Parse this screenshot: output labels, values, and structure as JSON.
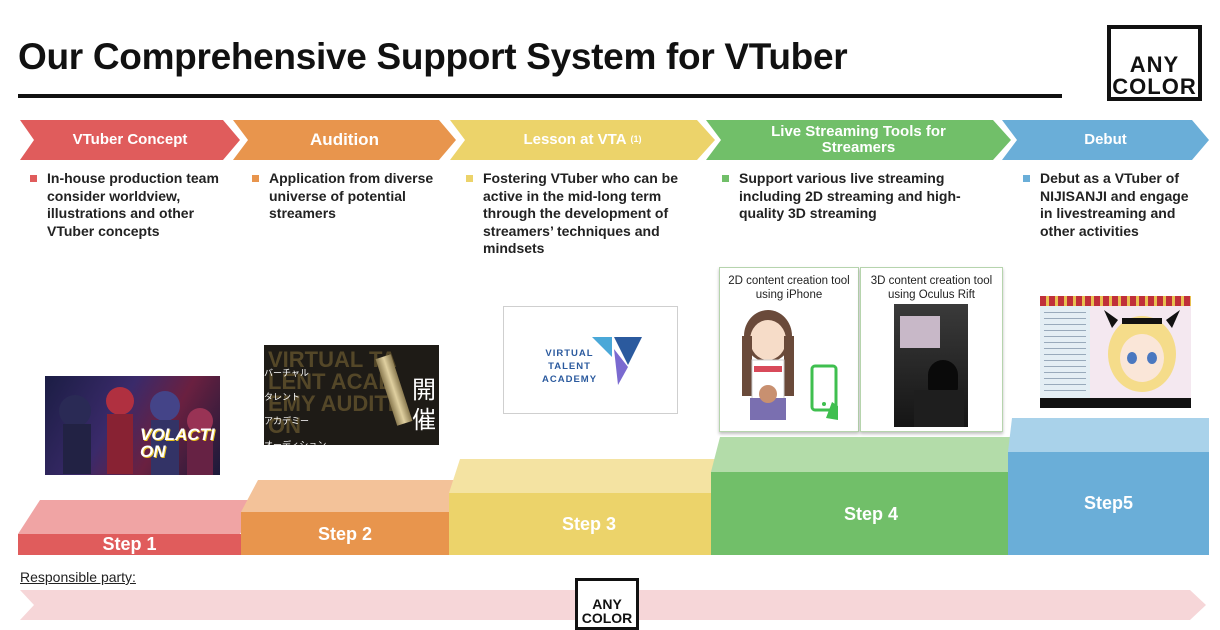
{
  "title": "Our Comprehensive Support System for VTuber",
  "logo": {
    "line1": "ANY",
    "line2": "COLOR"
  },
  "colors": {
    "red": "#e05c5c",
    "orange": "#e8954d",
    "yellow": "#ecd36a",
    "green": "#71bf69",
    "blue": "#6aaed8"
  },
  "stages": [
    {
      "label": "VTuber Concept",
      "desc": "In-house production team consider worldview, illustrations and other VTuber concepts"
    },
    {
      "label": "Audition",
      "desc": "Application from diverse universe of potential streamers"
    },
    {
      "label": "Lesson at VTA",
      "sup": "(1)",
      "desc": "Fostering VTuber who can be active in the mid-long term through the development of streamers’ techniques and mindsets"
    },
    {
      "label": "Live Streaming Tools for Streamers",
      "desc": "Support various live streaming including 2D streaming and high-quality 3D streaming"
    },
    {
      "label": "Debut",
      "desc": "Debut as a VTuber of NIJISANJI and engage in livestreaming and other activities"
    }
  ],
  "images": {
    "volaction": "VOLACTION",
    "audition_jp": [
      "バーチャル",
      "タレント",
      "アカデミー",
      "オーディション"
    ],
    "audition_kanji": "開催",
    "audition_bg": "VIRTUAL TALENT ACADEMY AUDITION",
    "vta_logo": [
      "VIRTUAL",
      "TALENT",
      "ACADEMY"
    ],
    "card_2d": "2D content creation tool using iPhone",
    "card_3d": "3D content creation tool using Oculus Rift"
  },
  "steps": [
    "Step 1",
    "Step 2",
    "Step 3",
    "Step 4",
    "Step5"
  ],
  "responsible": "Responsible party:"
}
